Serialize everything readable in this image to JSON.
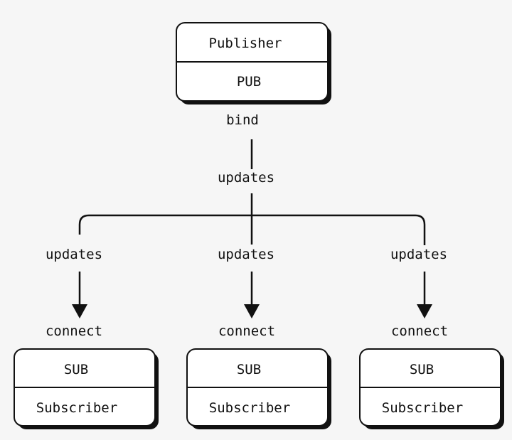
{
  "publisher": {
    "name": "Publisher",
    "socket": "PUB",
    "bind_label": "bind",
    "updates_label": "updates"
  },
  "subscribers": [
    {
      "socket": "SUB",
      "name": "Subscriber",
      "updates_label": "updates",
      "connect_label": "connect"
    },
    {
      "socket": "SUB",
      "name": "Subscriber",
      "updates_label": "updates",
      "connect_label": "connect"
    },
    {
      "socket": "SUB",
      "name": "Subscriber",
      "updates_label": "updates",
      "connect_label": "connect"
    }
  ],
  "colors": {
    "background": "#f6f6f6",
    "box_fill": "#ffffff",
    "stroke": "#111111"
  }
}
